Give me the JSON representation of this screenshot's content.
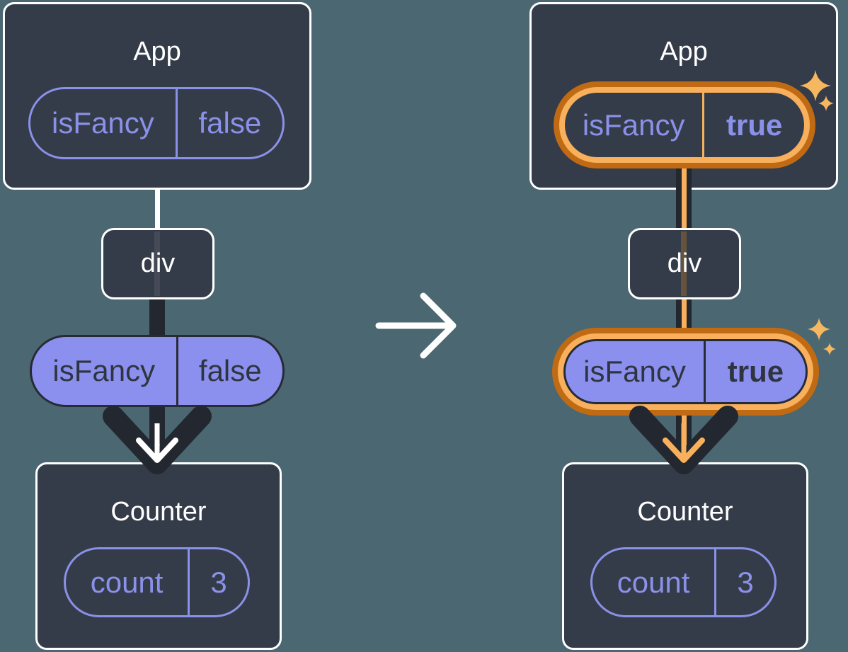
{
  "colors": {
    "bg": "#4B6771",
    "box-bg": "#353C49",
    "box-border": "#FFFFFF",
    "purple": "#8A91E8",
    "purple-fill": "#8B90EE",
    "ink": "#23272F",
    "pill-ink": "#262B35",
    "ink-text": "#2F3540",
    "orange-dark": "#C06A14",
    "orange-light": "#F8B05C",
    "sparkle": "#F5B860"
  },
  "before": {
    "app": {
      "title": "App",
      "state_name": "isFancy",
      "state_value": "false"
    },
    "container": {
      "title": "div"
    },
    "prop_name": "isFancy",
    "prop_value": "false",
    "counter": {
      "title": "Counter",
      "state_name": "count",
      "state_value": "3"
    }
  },
  "after": {
    "app": {
      "title": "App",
      "state_name": "isFancy",
      "state_value": "true"
    },
    "container": {
      "title": "div"
    },
    "prop_name": "isFancy",
    "prop_value": "true",
    "counter": {
      "title": "Counter",
      "state_name": "count",
      "state_value": "3"
    }
  },
  "icons": {
    "transition": "arrow-right-icon",
    "flow": "arrow-down-icon",
    "highlight": "sparkle-icon"
  }
}
